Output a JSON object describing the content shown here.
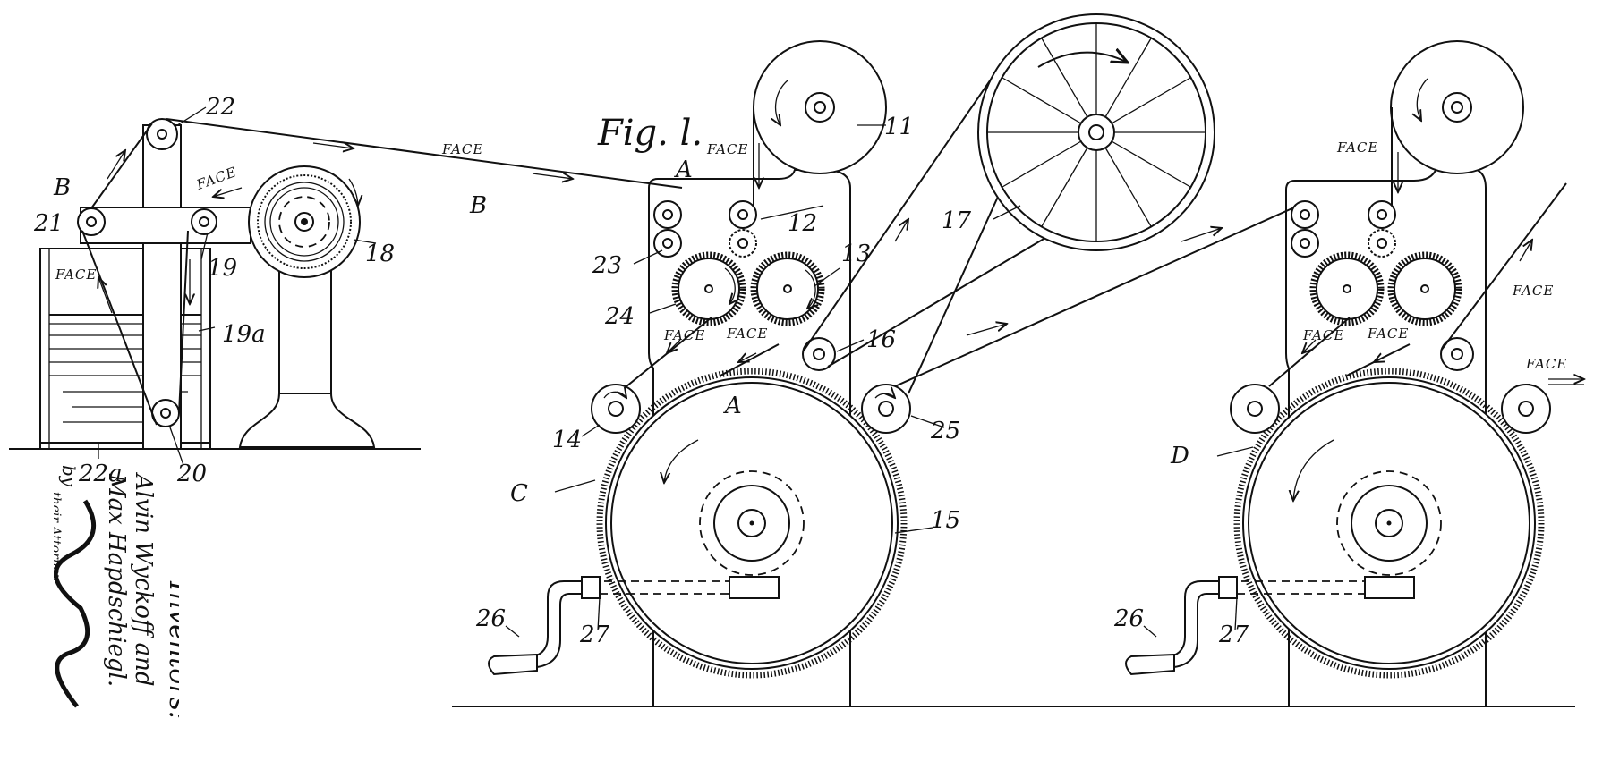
{
  "figure": {
    "title": "Fig. l."
  },
  "labels": {
    "n11": "11",
    "n12": "12",
    "n13": "13",
    "n14": "14",
    "n15": "15",
    "n16": "16",
    "n17": "17",
    "n18": "18",
    "n19": "19",
    "n19a": "19a",
    "n20": "20",
    "n21": "21",
    "n22": "22",
    "n22a": "22a",
    "n23": "23",
    "n24": "24",
    "n25": "25",
    "n26": "26",
    "n27": "27",
    "A": "A",
    "B": "B",
    "C": "C",
    "D": "D",
    "face": "FACE"
  },
  "inventors": {
    "heading": "Inventors:",
    "names_line1": "Alvin Wyckoff and",
    "names_line2": "Max Hapdschiegl.",
    "by": "by",
    "attorney": "their Attorney."
  },
  "colors": {
    "ink": "#111111",
    "paper": "#ffffff"
  }
}
